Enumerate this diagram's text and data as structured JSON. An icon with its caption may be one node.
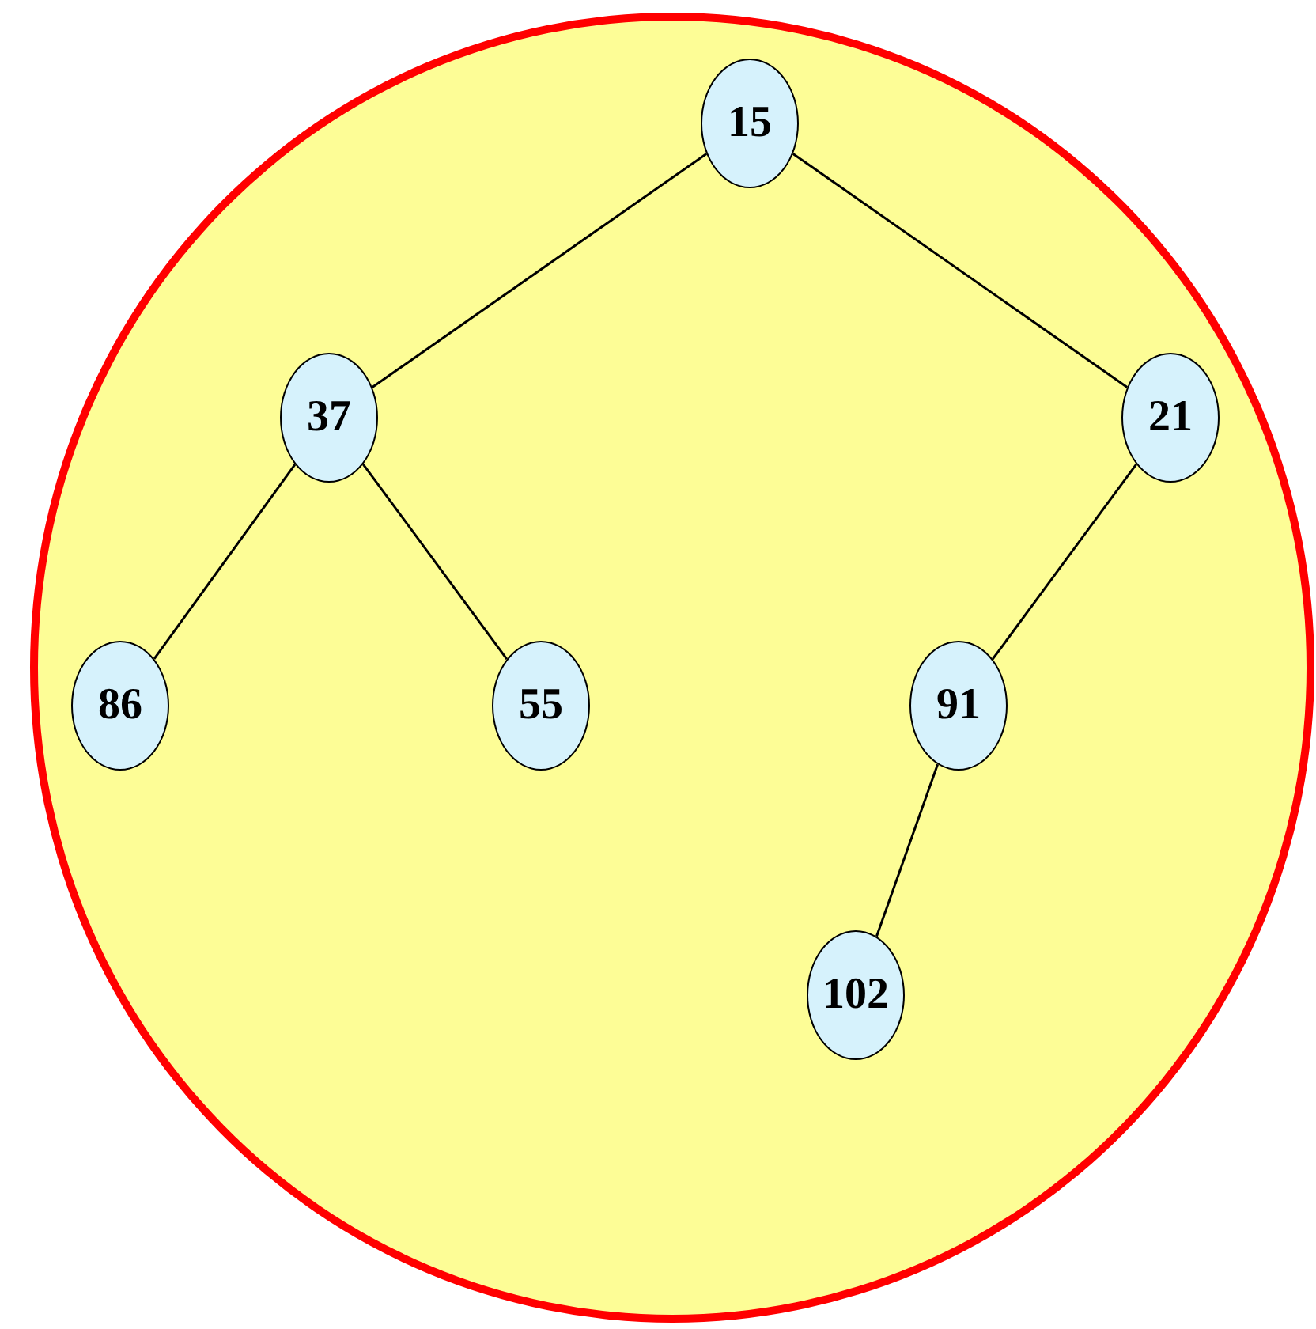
{
  "diagram": {
    "nodes": [
      {
        "text": [],
        "shape": "circle"
      },
      {
        "text": [
          "15"
        ],
        "in": 0
      },
      {
        "text": [
          "37"
        ],
        "in": 0
      },
      {
        "text": [
          "21"
        ],
        "in": 0
      },
      {
        "text": [
          "86"
        ],
        "in": 0
      },
      {
        "text": [
          "55"
        ],
        "in": 0
      },
      {
        "text": [
          "91"
        ],
        "in": 0
      },
      {
        "text": [
          "102"
        ],
        "in": 0
      }
    ],
    "edges": [
      {
        "from": 1,
        "to": 2,
        "arrow": "none"
      },
      {
        "from": 1,
        "to": 3,
        "arrow": "none"
      },
      {
        "from": 2,
        "to": 4,
        "arrow": "none"
      },
      {
        "from": 2,
        "to": 5,
        "arrow": "none"
      },
      {
        "from": 3,
        "to": 6,
        "arrow": "none"
      },
      {
        "from": 6,
        "to": 7,
        "arrow": "none"
      }
    ]
  }
}
